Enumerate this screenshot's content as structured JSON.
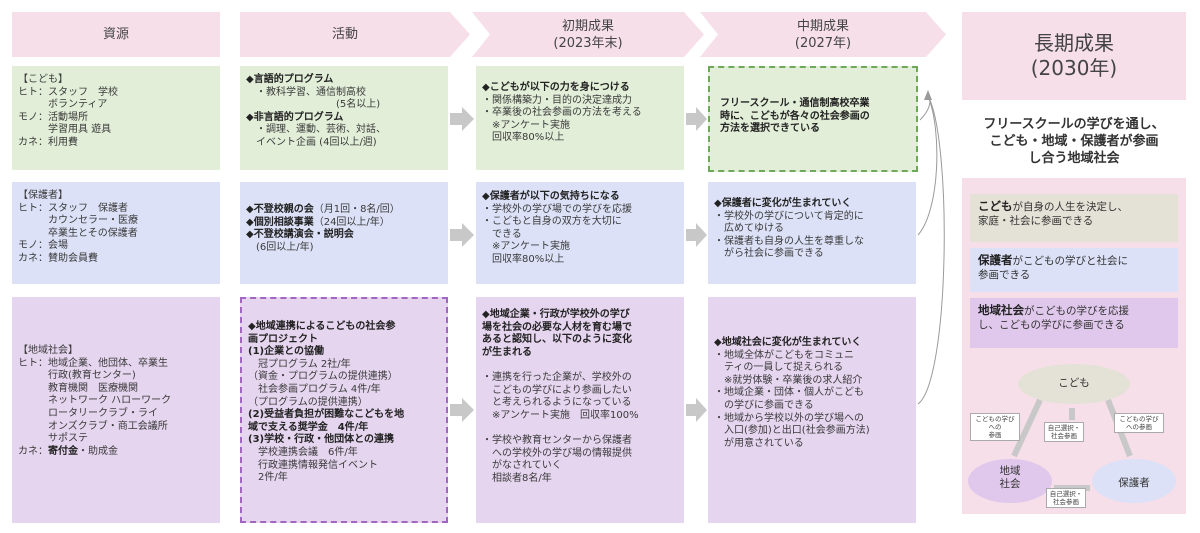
{
  "headers": {
    "resources": "資源",
    "activities": "活動",
    "initial": "初期成果\n(2023年末)",
    "mid": "中期成果\n(2027年)",
    "long": "長期成果\n(2030年)"
  },
  "resources": {
    "children": [
      "【こども】",
      "ヒト：スタッフ　学校",
      "　　　ボランティア",
      "モノ：活動場所",
      "　　　学習用具 遊具",
      "カネ：利用費"
    ],
    "guardians": [
      "【保護者】",
      "ヒト：スタッフ　保護者",
      "　　　カウンセラー・医療",
      "　　　卒業生とその保護者",
      "モノ：会場",
      "カネ：賛助会員費"
    ],
    "community_lines": [
      "【地域社会】",
      "ヒト：地域企業、他団体、卒業生",
      "　　　行政(教育センター)",
      "　　　教育機関　医療機関",
      "　　　ネットワーク ハローワーク",
      "　　　ロータリークラブ・ライ",
      "　　　オンズクラブ・商工会議所",
      "　　　サポステ"
    ],
    "community_money_prefix": "カネ：",
    "community_money_bold": "寄付金",
    "community_money_rest": "・助成金"
  },
  "activities": {
    "children": [
      {
        "t": "◆言語的プログラム",
        "b": true
      },
      {
        "t": "　・教科学習、通信制高校",
        "b": false
      },
      {
        "t": "　　　　　　　　　(5名以上)",
        "b": false
      },
      {
        "t": "◆非言語的プログラム",
        "b": true
      },
      {
        "t": "　・調理、運動、芸術、対話、",
        "b": false
      },
      {
        "t": "　イベント企画 (4回以上/週)",
        "b": false
      }
    ],
    "guardians": [
      {
        "t": "◆不登校親の会",
        "b": true,
        "r": "（月1回・8名/回）"
      },
      {
        "t": "◆個別相談事業",
        "b": true,
        "r": "（24回以上/年）"
      },
      {
        "t": "◆不登校講演会・説明会",
        "b": true,
        "r": ""
      },
      {
        "t": "　(6回以上/年)",
        "b": false,
        "r": ""
      }
    ],
    "community": [
      {
        "t": "◆地域連携によるこどもの社会参",
        "b": true
      },
      {
        "t": "画プロジェクト",
        "b": true
      },
      {
        "t": "(1)企業との協働",
        "b": true
      },
      {
        "t": "　冠プログラム 2社/年",
        "b": false
      },
      {
        "t": "（資金・プログラムの提供連携）",
        "b": false
      },
      {
        "t": "　社会参画プログラム 4件/年",
        "b": false
      },
      {
        "t": "（プログラムの提供連携）",
        "b": false
      },
      {
        "t": "(2)受益者負担が困難なこどもを地",
        "b": true
      },
      {
        "t": "域で支える奨学金　4件/年",
        "b": true,
        "partial": "4件/年"
      },
      {
        "t": "(3)学校・行政・他団体との連携",
        "b": true
      },
      {
        "t": "　学校連携会議　6件/年",
        "b": false
      },
      {
        "t": "　行政連携情報発信イベント",
        "b": false
      },
      {
        "t": "　2件/年",
        "b": false
      }
    ]
  },
  "initial": {
    "children": [
      {
        "t": "◆こどもが以下の力を身につける",
        "b": true
      },
      {
        "t": "・関係構築力・目的の決定達成力",
        "b": false
      },
      {
        "t": "・卒業後の社会参画の方法を考える",
        "b": false
      },
      {
        "t": "　※アンケート実施",
        "b": false
      },
      {
        "t": "　回収率80%以上",
        "b": false
      }
    ],
    "guardians": [
      {
        "t": "◆保護者が以下の気持ちになる",
        "b": true
      },
      {
        "t": "・学校外の学び場での学びを応援",
        "b": false
      },
      {
        "t": "・こどもと自身の双方を大切に",
        "b": false
      },
      {
        "t": "　できる",
        "b": false
      },
      {
        "t": "　※アンケート実施",
        "b": false
      },
      {
        "t": "　回収率80%以上",
        "b": false
      }
    ],
    "community": [
      {
        "t": "◆地域企業・行政が学校外の学び",
        "b": true
      },
      {
        "t": "場を社会の必要な人材を育む場で",
        "b": true
      },
      {
        "t": "あると認知し、以下のように変化",
        "b": true
      },
      {
        "t": "が生まれる",
        "b": true
      },
      {
        "t": " ",
        "b": false
      },
      {
        "t": "・連携を行った企業が、学校外の",
        "b": false
      },
      {
        "t": "　こどもの学びにより参画したい",
        "b": false
      },
      {
        "t": "　と考えられるようになっている",
        "b": false
      },
      {
        "t": "　※アンケート実施　回収率100%",
        "b": false
      },
      {
        "t": " ",
        "b": false
      },
      {
        "t": "・学校や教育センターから保護者",
        "b": false
      },
      {
        "t": "　への学校外の学び場の情報提供",
        "b": false
      },
      {
        "t": "　がなされていく",
        "b": false
      },
      {
        "t": "　相談者8名/年",
        "b": false
      }
    ]
  },
  "mid": {
    "children": [
      "フリースクール・通信制高校卒業",
      "時に、こどもが各々の社会参画の",
      "方法を選択できている"
    ],
    "guardians": [
      {
        "t": "◆保護者に変化が生まれていく",
        "b": true
      },
      {
        "t": "・学校外の学びについて肯定的に",
        "b": false
      },
      {
        "t": "　広めてゆける",
        "b": false
      },
      {
        "t": "・保護者も自身の人生を尊重しな",
        "b": false
      },
      {
        "t": "　がら社会に参画できる",
        "b": false
      }
    ],
    "community": [
      {
        "t": "◆地域社会に変化が生まれていく",
        "b": true
      },
      {
        "t": "・地域全体がこどもをコミュニ",
        "b": false
      },
      {
        "t": "　ティの一員して捉えられる",
        "b": false
      },
      {
        "t": "　※就労体験・卒業後の求人紹介",
        "b": false
      },
      {
        "t": "・地域企業・団体・個人がこども",
        "b": false
      },
      {
        "t": "　の学びに参画できる",
        "b": false
      },
      {
        "t": "・地域から学校以外の学び場への",
        "b": false
      },
      {
        "t": "　入口(参加)と出口(社会参画方法)",
        "b": false
      },
      {
        "t": "　が用意されている",
        "b": false
      }
    ]
  },
  "long_term": {
    "vision": "フリースクールの学びを通し、\nこども・地域・保護者が参画\nし合う地域社会",
    "cards": [
      {
        "bold": "こども",
        "rest": "が自身の人生を決定し、\n家庭・社会に参画できる"
      },
      {
        "bold": "保護者",
        "rest": "がこどもの学びと社会に\n参画できる"
      },
      {
        "bold": "地域社会",
        "rest": "がこどもの学びを応援\nし、こどもの学びに参画できる"
      }
    ],
    "cycle": {
      "child": "こども",
      "community": "地域\n社会",
      "guardian": "保護者",
      "label_left": "こどもの学びへの\n参画",
      "label_right": "こどもの学び\nへの参画",
      "label_center": "自己選択・\n社会参画",
      "label_bottom": "自己選択・\n社会参画"
    }
  },
  "colors": {
    "header": "#f6dfe9",
    "green": "#e2eed8",
    "blue": "#dce1f7",
    "purple": "#e5d5ef",
    "arrow": "#c8c8c8"
  }
}
